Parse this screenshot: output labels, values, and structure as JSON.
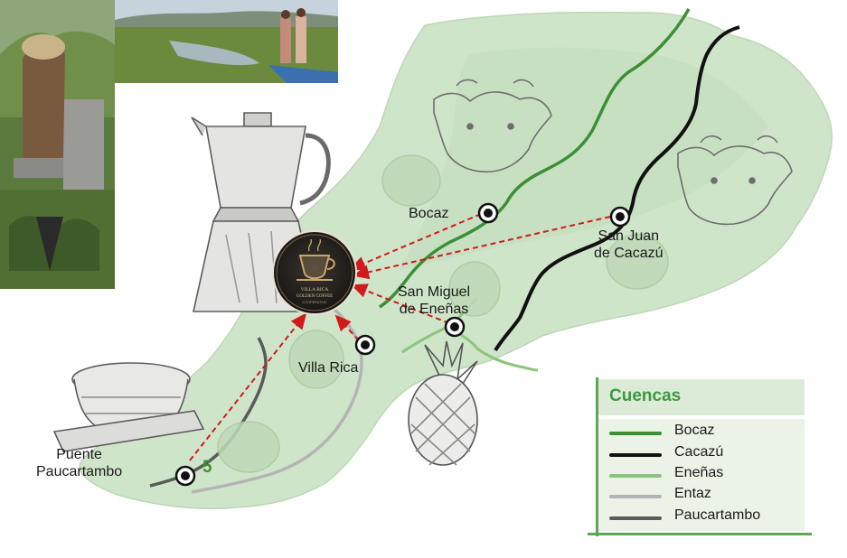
{
  "places": {
    "bocaz": "Bocaz",
    "san_juan_1": "San Juan",
    "san_juan_2": "de Cacazú",
    "san_miguel_1": "San Miguel",
    "san_miguel_2": "de Eneñas",
    "villa_rica": "Villa Rica",
    "puente_1": "Puente",
    "puente_2": "Paucartambo",
    "marker_number": "5"
  },
  "logo": {
    "line1": "VILLA RICA",
    "line2": "GOLDEN COFFEE",
    "line3": "COOPERATIVE"
  },
  "legend": {
    "title": "Cuencas",
    "items": [
      {
        "label": "Bocaz",
        "color": "#3d8f36"
      },
      {
        "label": "Cacazú",
        "color": "#111111"
      },
      {
        "label": "Eneñas",
        "color": "#8cc47c"
      },
      {
        "label": "Entaz",
        "color": "#b4b4b4"
      },
      {
        "label": "Paucartambo",
        "color": "#5a5a5a"
      }
    ]
  },
  "colors": {
    "land": "#cfe5c9",
    "arrow": "#d11a1a"
  },
  "icons": [
    "coffee-cup-icon",
    "location-marker-icon"
  ]
}
